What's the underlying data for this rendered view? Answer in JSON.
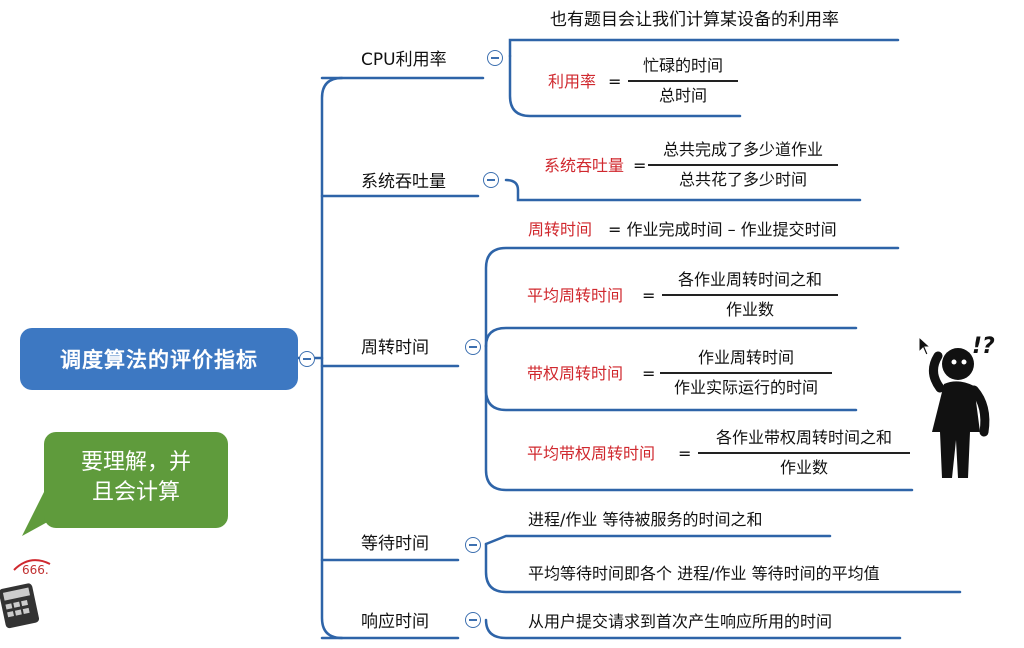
{
  "root": {
    "label": "调度算法的评价指标"
  },
  "callout": {
    "line1": "要理解，并",
    "line2": "且会计算"
  },
  "figure": {
    "mark": "!?"
  },
  "sticker": {
    "text": "666."
  },
  "colors": {
    "line": "#2e64a8",
    "root_bg": "#3d78c2",
    "bubble_bg": "#5f9b3c",
    "highlight": "#d0282e"
  },
  "branches": {
    "cpu": {
      "label": "CPU利用率",
      "note": "也有题目会让我们计算某设备的利用率",
      "formula": {
        "name": "利用率",
        "eq": "=",
        "numerator": "忙碌的时间",
        "denominator": "总时间"
      }
    },
    "throughput": {
      "label": "系统吞吐量",
      "formula": {
        "name": "系统吞吐量",
        "eq": "=",
        "numerator": "总共完成了多少道作业",
        "denominator": "总共花了多少时间"
      }
    },
    "turnaround": {
      "label": "周转时间",
      "def": {
        "name": "周转时间",
        "text": "= 作业完成时间 – 作业提交时间"
      },
      "avg": {
        "name": "平均周转时间",
        "eq": "=",
        "numerator": "各作业周转时间之和",
        "denominator": "作业数"
      },
      "weighted": {
        "name": "带权周转时间",
        "eq": "=",
        "numerator": "作业周转时间",
        "denominator": "作业实际运行的时间"
      },
      "avg_weighted": {
        "name": "平均带权周转时间",
        "eq": "=",
        "numerator": "各作业带权周转时间之和",
        "denominator": "作业数"
      }
    },
    "waiting": {
      "label": "等待时间",
      "items": [
        "进程/作业 等待被服务的时间之和",
        "平均等待时间即各个 进程/作业 等待时间的平均值"
      ]
    },
    "response": {
      "label": "响应时间",
      "items": [
        "从用户提交请求到首次产生响应所用的时间"
      ]
    }
  }
}
